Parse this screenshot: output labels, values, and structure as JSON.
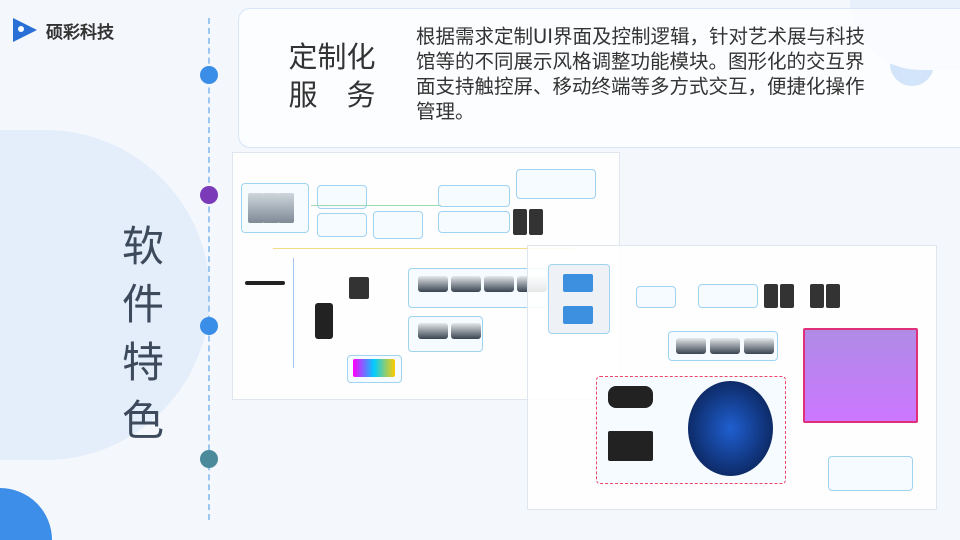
{
  "brand": {
    "name": "硕彩科技",
    "accent": "#2f80ed"
  },
  "section_title": "软件特色",
  "card": {
    "title_line1": "定制化",
    "title_line2": "服　务",
    "description": "根据需求定制UI界面及控制逻辑，针对艺术展与科技馆等的不同展示风格调整功能模块。图形化的交互界面支持触控屏、移动终端等多方式交互，便捷化操作管理。"
  },
  "timeline_dots": [
    "#3a8ee8",
    "#7b3ab8",
    "#3a8ee8",
    "#4a8a9a"
  ]
}
